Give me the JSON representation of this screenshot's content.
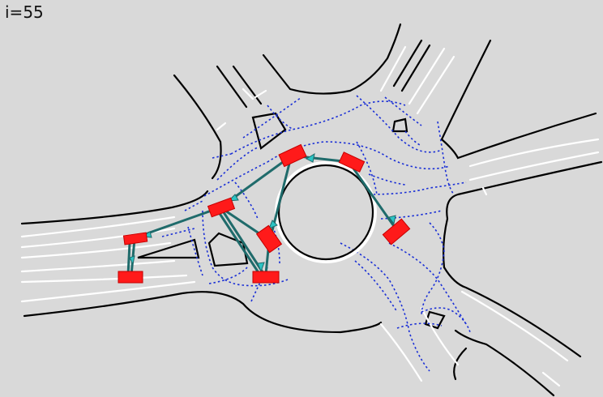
{
  "frame": {
    "step_label": "i=55"
  },
  "colors": {
    "background": "#d9d9d9",
    "road_boundary": "#000000",
    "lane_marking": "#ffffff",
    "map_graph": "#1a2fd6",
    "agent": "#ff1a1a",
    "interaction_edge": "#1f6b6b",
    "interaction_arrow": "#2cc4c4"
  },
  "agents": [
    {
      "id": "agent-1"
    },
    {
      "id": "agent-2"
    },
    {
      "id": "agent-3"
    },
    {
      "id": "agent-4"
    },
    {
      "id": "agent-5"
    },
    {
      "id": "agent-6"
    },
    {
      "id": "agent-7"
    },
    {
      "id": "agent-8"
    }
  ]
}
